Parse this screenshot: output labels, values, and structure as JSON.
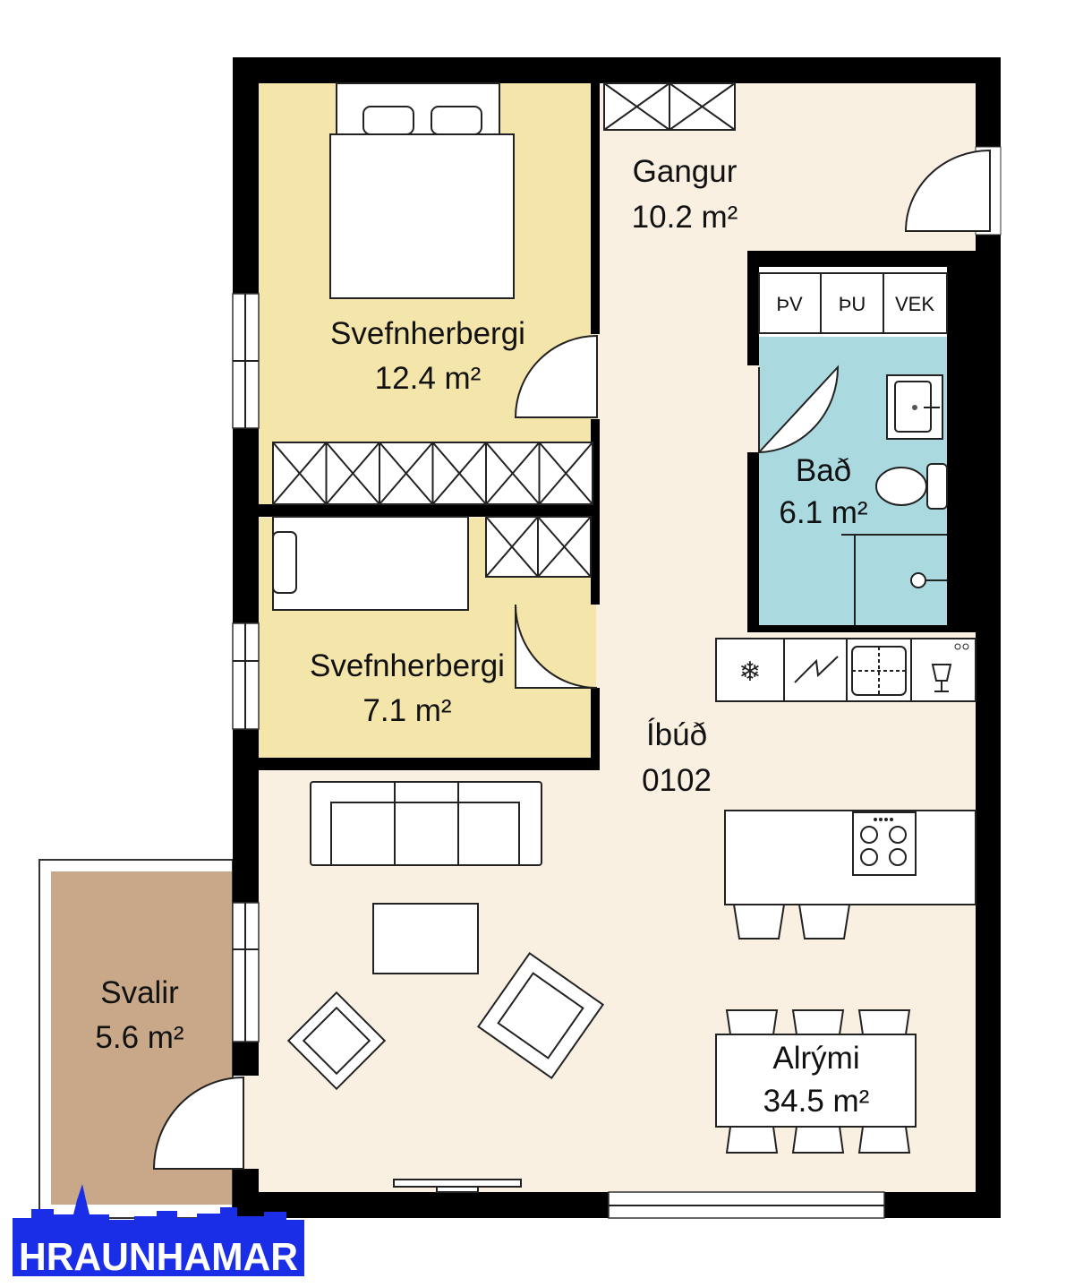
{
  "rooms": [
    {
      "name": "Gangur",
      "area": "10.2 m²"
    },
    {
      "name": "Svefnherbergi",
      "area": "12.4 m²"
    },
    {
      "name": "Svefnherbergi",
      "area": "7.1 m²"
    },
    {
      "name": "Bað",
      "area": "6.1 m²"
    },
    {
      "name": "Alrými",
      "area": "34.5 m²"
    },
    {
      "name": "Svalir",
      "area": "5.6 m²"
    }
  ],
  "apartment": {
    "label": "Íbúð",
    "number": "0102"
  },
  "appliances": {
    "dryer": "ÞV",
    "washer": "ÞU",
    "panel": "VEK"
  },
  "logo": {
    "text": "HRAUNHAMAR"
  },
  "colors": {
    "living": "#f9f0e1",
    "bedroom": "#f4e5aa",
    "bath": "#aad9e0",
    "balcony": "#c8a888",
    "wall": "#000000",
    "logo": "#1a2ee8"
  }
}
